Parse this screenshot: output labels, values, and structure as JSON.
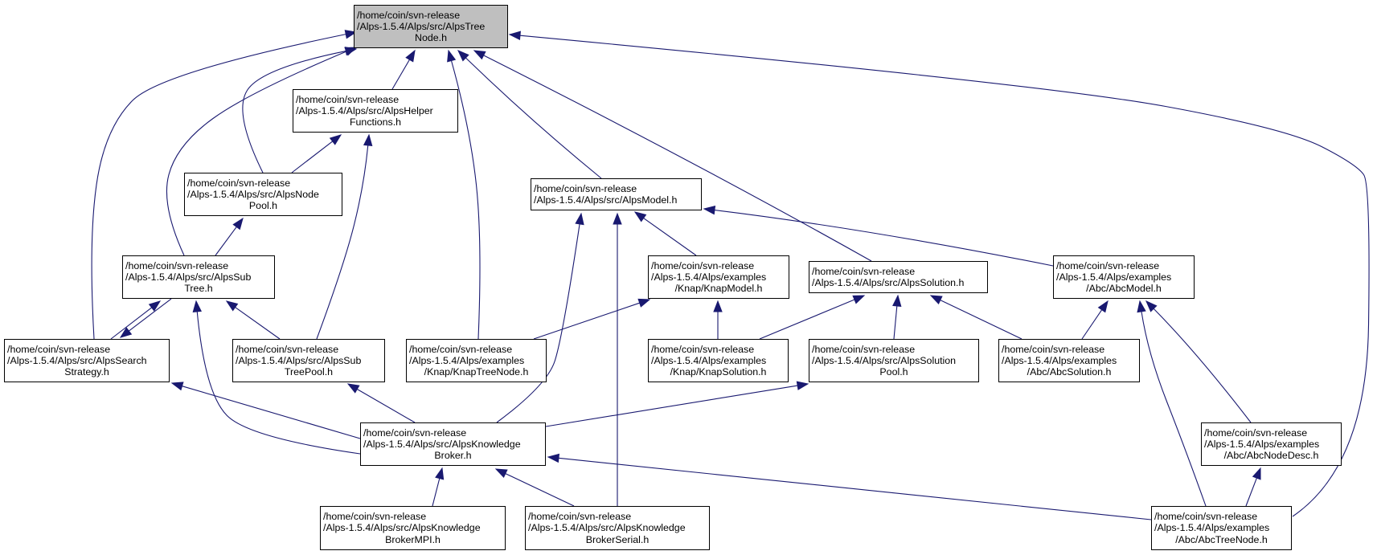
{
  "graph": {
    "colors": {
      "edge": "#191970",
      "border": "#000000",
      "root_fill": "#bfbfbf",
      "node_fill": "#ffffff"
    },
    "nodes": [
      {
        "id": "tree_node",
        "lines": [
          "/home/coin/svn-release",
          "/Alps-1.5.4/Alps/src/AlpsTree",
          "Node.h"
        ],
        "highlighted": true
      },
      {
        "id": "helper_functions",
        "lines": [
          "/home/coin/svn-release",
          "/Alps-1.5.4/Alps/src/AlpsHelper",
          "Functions.h"
        ]
      },
      {
        "id": "node_pool",
        "lines": [
          "/home/coin/svn-release",
          "/Alps-1.5.4/Alps/src/AlpsNode",
          "Pool.h"
        ]
      },
      {
        "id": "model",
        "lines": [
          "/home/coin/svn-release",
          "/Alps-1.5.4/Alps/src/AlpsModel.h"
        ]
      },
      {
        "id": "sub_tree",
        "lines": [
          "/home/coin/svn-release",
          "/Alps-1.5.4/Alps/src/AlpsSub",
          "Tree.h"
        ]
      },
      {
        "id": "knap_model",
        "lines": [
          "/home/coin/svn-release",
          "/Alps-1.5.4/Alps/examples",
          "/Knap/KnapModel.h"
        ]
      },
      {
        "id": "solution",
        "lines": [
          "/home/coin/svn-release",
          "/Alps-1.5.4/Alps/src/AlpsSolution.h"
        ]
      },
      {
        "id": "abc_model",
        "lines": [
          "/home/coin/svn-release",
          "/Alps-1.5.4/Alps/examples",
          "/Abc/AbcModel.h"
        ]
      },
      {
        "id": "search_strategy",
        "lines": [
          "/home/coin/svn-release",
          "/Alps-1.5.4/Alps/src/AlpsSearch",
          "Strategy.h"
        ]
      },
      {
        "id": "sub_tree_pool",
        "lines": [
          "/home/coin/svn-release",
          "/Alps-1.5.4/Alps/src/AlpsSub",
          "TreePool.h"
        ]
      },
      {
        "id": "knap_tree_node",
        "lines": [
          "/home/coin/svn-release",
          "/Alps-1.5.4/Alps/examples",
          "/Knap/KnapTreeNode.h"
        ]
      },
      {
        "id": "knap_solution",
        "lines": [
          "/home/coin/svn-release",
          "/Alps-1.5.4/Alps/examples",
          "/Knap/KnapSolution.h"
        ]
      },
      {
        "id": "solution_pool",
        "lines": [
          "/home/coin/svn-release",
          "/Alps-1.5.4/Alps/src/AlpsSolution",
          "Pool.h"
        ]
      },
      {
        "id": "abc_solution",
        "lines": [
          "/home/coin/svn-release",
          "/Alps-1.5.4/Alps/examples",
          "/Abc/AbcSolution.h"
        ]
      },
      {
        "id": "knowledge_broker",
        "lines": [
          "/home/coin/svn-release",
          "/Alps-1.5.4/Alps/src/AlpsKnowledge",
          "Broker.h"
        ]
      },
      {
        "id": "abc_node_desc",
        "lines": [
          "/home/coin/svn-release",
          "/Alps-1.5.4/Alps/examples",
          "/Abc/AbcNodeDesc.h"
        ]
      },
      {
        "id": "knowledge_broker_mpi",
        "lines": [
          "/home/coin/svn-release",
          "/Alps-1.5.4/Alps/src/AlpsKnowledge",
          "BrokerMPI.h"
        ]
      },
      {
        "id": "knowledge_broker_serial",
        "lines": [
          "/home/coin/svn-release",
          "/Alps-1.5.4/Alps/src/AlpsKnowledge",
          "BrokerSerial.h"
        ]
      },
      {
        "id": "abc_tree_node",
        "lines": [
          "/home/coin/svn-release",
          "/Alps-1.5.4/Alps/examples",
          "/Abc/AbcTreeNode.h"
        ]
      }
    ],
    "edges": [
      [
        "helper_functions",
        "tree_node"
      ],
      [
        "node_pool",
        "tree_node"
      ],
      [
        "sub_tree",
        "tree_node"
      ],
      [
        "search_strategy",
        "tree_node"
      ],
      [
        "knap_tree_node",
        "tree_node"
      ],
      [
        "model",
        "tree_node"
      ],
      [
        "solution",
        "tree_node"
      ],
      [
        "abc_tree_node",
        "tree_node"
      ],
      [
        "node_pool",
        "helper_functions"
      ],
      [
        "sub_tree_pool",
        "helper_functions"
      ],
      [
        "sub_tree",
        "node_pool"
      ],
      [
        "search_strategy",
        "sub_tree"
      ],
      [
        "sub_tree",
        "search_strategy"
      ],
      [
        "sub_tree_pool",
        "sub_tree"
      ],
      [
        "knowledge_broker",
        "sub_tree"
      ],
      [
        "knowledge_broker",
        "search_strategy"
      ],
      [
        "knowledge_broker",
        "sub_tree_pool"
      ],
      [
        "knap_model",
        "model"
      ],
      [
        "abc_model",
        "model"
      ],
      [
        "knowledge_broker",
        "model"
      ],
      [
        "knowledge_broker_serial",
        "model"
      ],
      [
        "knap_tree_node",
        "knap_model"
      ],
      [
        "knap_solution",
        "knap_model"
      ],
      [
        "knap_solution",
        "solution"
      ],
      [
        "solution_pool",
        "solution"
      ],
      [
        "abc_solution",
        "solution"
      ],
      [
        "abc_solution",
        "abc_model"
      ],
      [
        "abc_node_desc",
        "abc_model"
      ],
      [
        "abc_tree_node",
        "abc_model"
      ],
      [
        "knowledge_broker",
        "solution_pool"
      ],
      [
        "knowledge_broker_mpi",
        "knowledge_broker"
      ],
      [
        "knowledge_broker_serial",
        "knowledge_broker"
      ],
      [
        "abc_tree_node",
        "knowledge_broker"
      ],
      [
        "abc_tree_node",
        "abc_node_desc"
      ]
    ]
  }
}
